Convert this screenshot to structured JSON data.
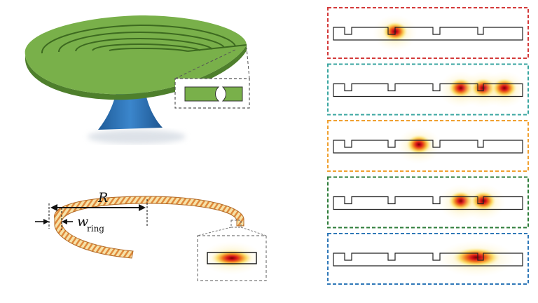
{
  "labels": {
    "radius": "R",
    "width_symbol": "w",
    "width_subscript": "ring"
  },
  "mode_panels": [
    {
      "border_color": "#d33a3a",
      "lobes": [
        {
          "pos": "center-left"
        }
      ]
    },
    {
      "border_color": "#3aa6a0",
      "lobes": [
        {
          "pos": "right-1"
        },
        {
          "pos": "right-2"
        },
        {
          "pos": "right-3"
        }
      ]
    },
    {
      "border_color": "#f0a030",
      "lobes": [
        {
          "pos": "center"
        }
      ]
    },
    {
      "border_color": "#2e7d3a",
      "lobes": [
        {
          "pos": "right-1"
        },
        {
          "pos": "right-2"
        }
      ]
    },
    {
      "border_color": "#2f78b8",
      "lobes": [
        {
          "pos": "right-wide"
        }
      ]
    }
  ],
  "colors": {
    "grating_green": "#79b04a",
    "grating_green_dark": "#4e7f2c",
    "pedestal_blue": "#2f74b8",
    "ring_fill": "#f6e2a8",
    "ring_stripe": "#e0813a"
  }
}
